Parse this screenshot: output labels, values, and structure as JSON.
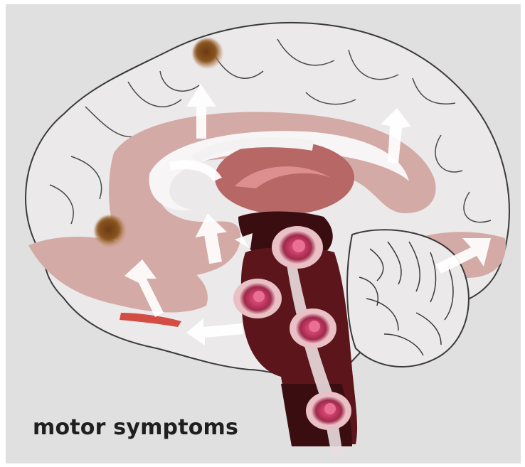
{
  "caption": "motor symptoms",
  "colors": {
    "background": "#e1e0e0",
    "outline": "#3a3a3a",
    "pale_tissue": "#d3aaa5",
    "thalamus": "#b76866",
    "thalamus_light": "#dc8f8e",
    "brainstem_dark": "#3a0d11",
    "brainstem": "#5b151b",
    "lewy_body": "#c33a64",
    "cortical_lesion": "#7c4a18",
    "arrow": "#ffffff",
    "highlight_red": "#d44d45"
  },
  "icons": [
    "lewy-body-cluster",
    "cortical-lesion",
    "spread-arrow"
  ]
}
